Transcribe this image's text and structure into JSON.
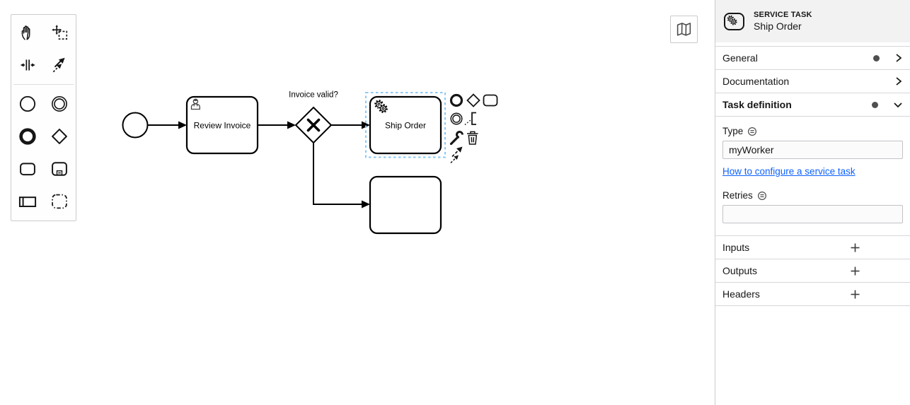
{
  "palette": {
    "tools": [
      {
        "name": "hand-tool",
        "icon": "hand-icon"
      },
      {
        "name": "lasso-tool",
        "icon": "lasso-icon"
      },
      {
        "name": "space-tool",
        "icon": "space-icon"
      },
      {
        "name": "global-connect-tool",
        "icon": "connect-arrows-icon"
      }
    ],
    "elements": [
      {
        "name": "create-start-event",
        "icon": "thin-circle-icon"
      },
      {
        "name": "create-intermediate-event",
        "icon": "double-circle-icon"
      },
      {
        "name": "create-end-event",
        "icon": "thick-circle-icon"
      },
      {
        "name": "create-gateway",
        "icon": "diamond-icon"
      },
      {
        "name": "create-task",
        "icon": "rounded-rect-icon"
      },
      {
        "name": "create-subprocess",
        "icon": "subprocess-icon"
      },
      {
        "name": "create-participant",
        "icon": "pool-icon"
      },
      {
        "name": "create-group",
        "icon": "group-icon"
      }
    ]
  },
  "canvas": {
    "minimap_button_icon": "map-icon"
  },
  "diagram": {
    "start_event": {
      "type": "start-event"
    },
    "gateway": {
      "type": "exclusive-gateway",
      "label": "Invoice valid?"
    },
    "tasks": [
      {
        "label": "Review Invoice",
        "task_type": "user"
      },
      {
        "label": "Ship Order",
        "task_type": "service",
        "selected": true
      },
      {
        "label": "",
        "task_type": "none"
      }
    ],
    "context_pad": {
      "items": [
        "append-end-event",
        "append-gateway",
        "append-task",
        "append-intermediate-event",
        "append-text-annotation",
        "change-element-wrench",
        "delete-trash",
        "connect-arrow"
      ]
    },
    "selection_color": "#8ac8f7"
  },
  "properties_panel": {
    "header": {
      "type_label": "SERVICE TASK",
      "name": "Ship Order",
      "icon": "service-task-gears-icon"
    },
    "groups": [
      {
        "label": "General",
        "has_edits_dot": true,
        "state": "collapsed"
      },
      {
        "label": "Documentation",
        "has_edits_dot": false,
        "state": "collapsed"
      },
      {
        "label": "Task definition",
        "has_edits_dot": true,
        "state": "expanded"
      }
    ],
    "task_definition": {
      "type_field": {
        "label": "Type",
        "value": "myWorker",
        "suffix_icon": "circled-equals-icon"
      },
      "link_text": "How to configure a service task",
      "retries_field": {
        "label": "Retries",
        "value": "",
        "suffix_icon": "circled-equals-icon"
      }
    },
    "list_groups": [
      {
        "label": "Inputs",
        "action_icon": "plus-icon"
      },
      {
        "label": "Outputs",
        "action_icon": "plus-icon"
      },
      {
        "label": "Headers",
        "action_icon": "plus-icon"
      }
    ],
    "colors": {
      "link": "#0f62fe",
      "header_bg": "#f2f2f3",
      "divider": "#d7d7db"
    }
  }
}
